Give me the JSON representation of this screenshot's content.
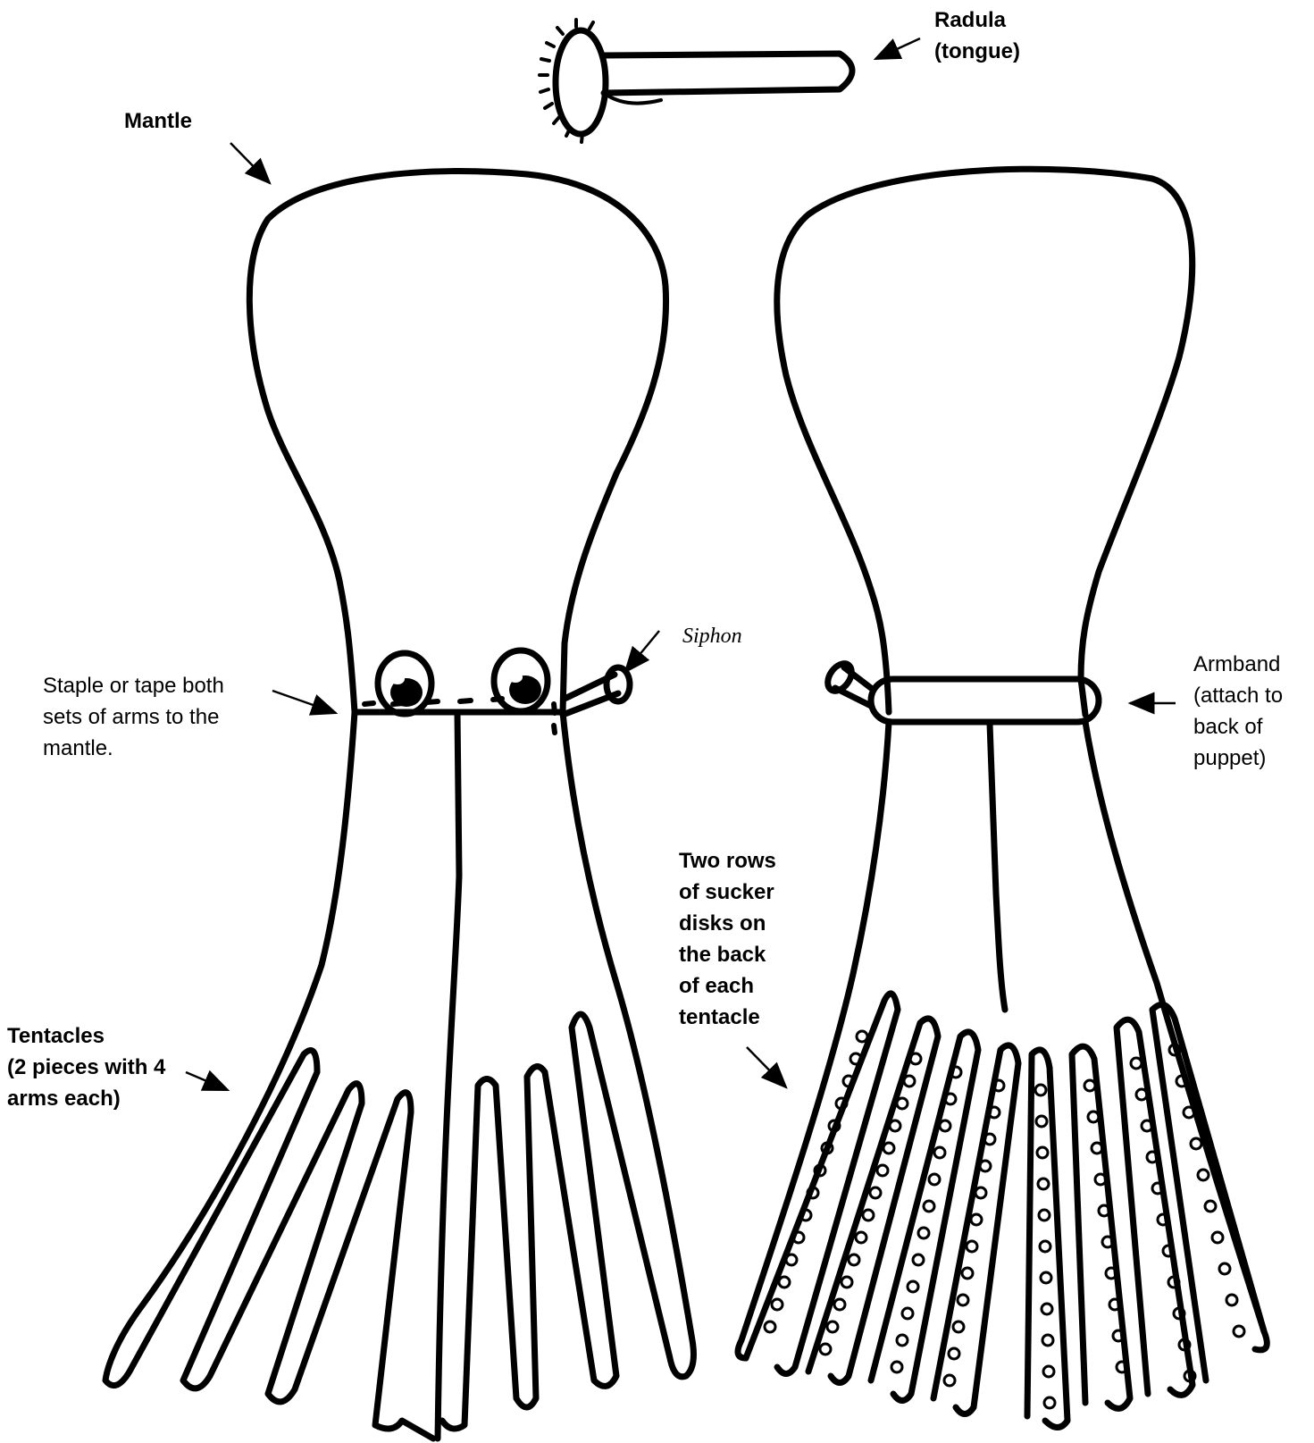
{
  "labels": {
    "radula": [
      "Radula",
      "(tongue)"
    ],
    "mantle": "Mantle",
    "siphon": "Siphon",
    "staple": [
      "Staple or tape both",
      "sets of arms to the",
      "mantle."
    ],
    "armband": [
      "Armband",
      "(attach to",
      "back of",
      "puppet)"
    ],
    "tentacles": [
      "Tentacles",
      "(2 pieces with 4",
      "arms each)"
    ],
    "suckers": [
      "Two rows",
      "of sucker",
      "disks on",
      "the back",
      "of each",
      "tentacle"
    ]
  },
  "colors": {
    "ink": "#000000",
    "paper": "#ffffff"
  }
}
